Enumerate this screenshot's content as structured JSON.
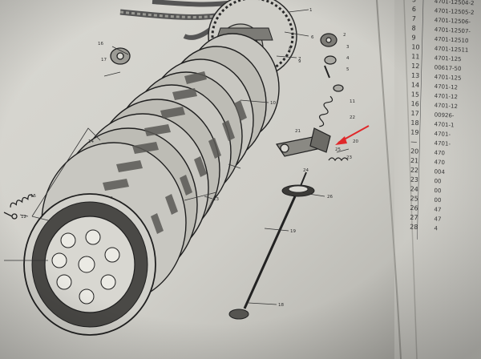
{
  "diagram": {
    "callouts": [
      {
        "id": "c1",
        "label": "1"
      },
      {
        "id": "c2",
        "label": "2"
      },
      {
        "id": "c3",
        "label": "3"
      },
      {
        "id": "c4",
        "label": "4"
      },
      {
        "id": "c5",
        "label": "5"
      },
      {
        "id": "c6",
        "label": "6"
      },
      {
        "id": "c7",
        "label": "7"
      },
      {
        "id": "c8",
        "label": "8"
      },
      {
        "id": "c9",
        "label": "9"
      },
      {
        "id": "c10",
        "label": "10"
      },
      {
        "id": "c11",
        "label": "11"
      },
      {
        "id": "c12",
        "label": "12"
      },
      {
        "id": "c13",
        "label": "13"
      },
      {
        "id": "c14",
        "label": "14"
      },
      {
        "id": "c15",
        "label": "15"
      },
      {
        "id": "c16",
        "label": "16"
      },
      {
        "id": "c17",
        "label": "17"
      },
      {
        "id": "c18",
        "label": "18"
      },
      {
        "id": "c19",
        "label": "19"
      },
      {
        "id": "c20",
        "label": "20"
      },
      {
        "id": "c21",
        "label": "21"
      },
      {
        "id": "c22",
        "label": "22"
      },
      {
        "id": "c23",
        "label": "23"
      },
      {
        "id": "c24",
        "label": "24"
      },
      {
        "id": "c25",
        "label": "25"
      },
      {
        "id": "c26",
        "label": "26"
      }
    ],
    "annotation_arrow_color": "#e0282a"
  },
  "parts_table": {
    "rows": [
      {
        "num": "5",
        "code": "4701-12504-2"
      },
      {
        "num": "6",
        "code": "4701-12505-2"
      },
      {
        "num": "7",
        "code": "4701-12506-"
      },
      {
        "num": "8",
        "code": "4701-12507-"
      },
      {
        "num": "9",
        "code": "4701-12510"
      },
      {
        "num": "10",
        "code": "4701-12511"
      },
      {
        "num": "11",
        "code": "4701-125"
      },
      {
        "num": "12",
        "code": "00617-50"
      },
      {
        "num": "13",
        "code": "4701-125"
      },
      {
        "num": "14",
        "code": "4701-12"
      },
      {
        "num": "15",
        "code": "4701-12"
      },
      {
        "num": "16",
        "code": "4701-12"
      },
      {
        "num": "17",
        "code": "00926-"
      },
      {
        "num": "18",
        "code": "4701-1"
      },
      {
        "num": "19",
        "code": "4701-"
      },
      {
        "num": "—",
        "code": "4701-"
      },
      {
        "num": "20",
        "code": "470"
      },
      {
        "num": "21",
        "code": "470"
      },
      {
        "num": "22",
        "code": "004"
      },
      {
        "num": "23",
        "code": "00"
      },
      {
        "num": "24",
        "code": "00"
      },
      {
        "num": "25",
        "code": "00"
      },
      {
        "num": "26",
        "code": "47"
      },
      {
        "num": "27",
        "code": "47"
      },
      {
        "num": "28",
        "code": "4"
      }
    ]
  }
}
